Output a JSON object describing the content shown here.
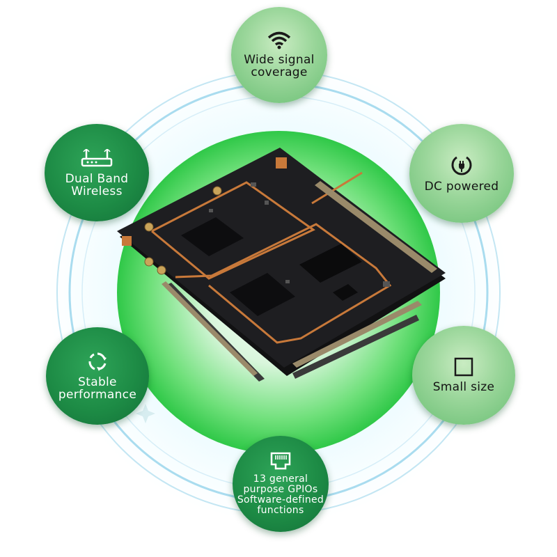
{
  "features": {
    "top": {
      "label": "Wide signal\ncoverage",
      "icon": "wifi-icon"
    },
    "top_left": {
      "label": "Dual Band\nWireless",
      "icon": "router-icon"
    },
    "top_right": {
      "label": "DC powered",
      "icon": "power-plug-icon"
    },
    "bottom_left": {
      "label": "Stable\nperformance",
      "icon": "recycle-arrows-icon"
    },
    "bottom_right": {
      "label": "Small size",
      "icon": "square-icon"
    },
    "bottom": {
      "label": "13 general\npurpose GPIOs\nSoftware-defined\nfunctions",
      "icon": "ethernet-port-icon"
    }
  },
  "colors": {
    "dark_green": "#1d8b45",
    "light_green": "#9ad69a",
    "board_black": "#1b1b1d",
    "copper": "#c8793a"
  }
}
